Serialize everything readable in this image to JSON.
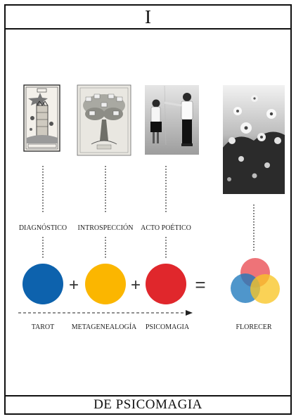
{
  "header": {
    "title": "I"
  },
  "footer": {
    "title": "DE PSICOMAGIA"
  },
  "steps": [
    {
      "label": "DIAGNÓSTICO",
      "concept": "TAROT",
      "image": "tarot-card-image",
      "color": "#0d62ad"
    },
    {
      "label": "INTROSPECCIÓN",
      "concept": "METAGENEALOGÍA",
      "image": "family-tree-image",
      "color": "#fbb600"
    },
    {
      "label": "ACTO POÉTICO",
      "concept": "PSICOMAGIA",
      "image": "couple-photo-image",
      "color": "#e0272c"
    }
  ],
  "result": {
    "label": "FLORECER",
    "image": "flowers-photo-image",
    "colors": [
      "#e94b52",
      "#1e78bd",
      "#f8c526"
    ]
  },
  "operators": {
    "plus": "+",
    "equals": "="
  }
}
